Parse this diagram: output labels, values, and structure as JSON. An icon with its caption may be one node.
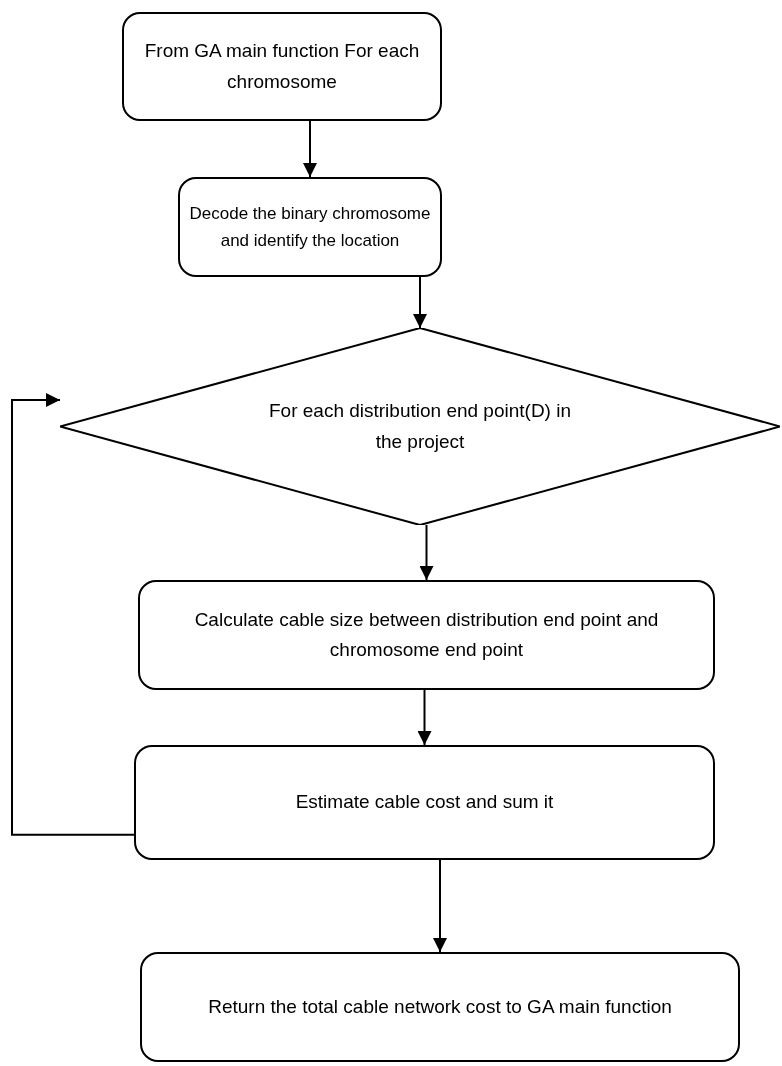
{
  "diagram": {
    "nodes": [
      {
        "text": [
          "From GA main function For each chromosome"
        ]
      },
      {
        "text": [
          "Decode the binary chromosome and identify the location"
        ]
      },
      {
        "text": [
          "For each distribution end point(D) in the project"
        ]
      },
      {
        "text": [
          "Calculate cable size between distribution end point and chromosome end point"
        ]
      },
      {
        "text": [
          "Estimate cable cost and sum it"
        ]
      },
      {
        "text": [
          "Return the total cable network cost to GA main function"
        ]
      }
    ],
    "edges": [
      {
        "from": 0,
        "to": 1,
        "arrow": "to"
      },
      {
        "from": 1,
        "to": 2,
        "arrow": "to"
      },
      {
        "from": 2,
        "to": 3,
        "arrow": "to"
      },
      {
        "from": 3,
        "to": 4,
        "arrow": "to"
      },
      {
        "from": 4,
        "to": 5,
        "arrow": "to"
      },
      {
        "from": 4,
        "to": 2,
        "arrow": "to"
      }
    ]
  }
}
